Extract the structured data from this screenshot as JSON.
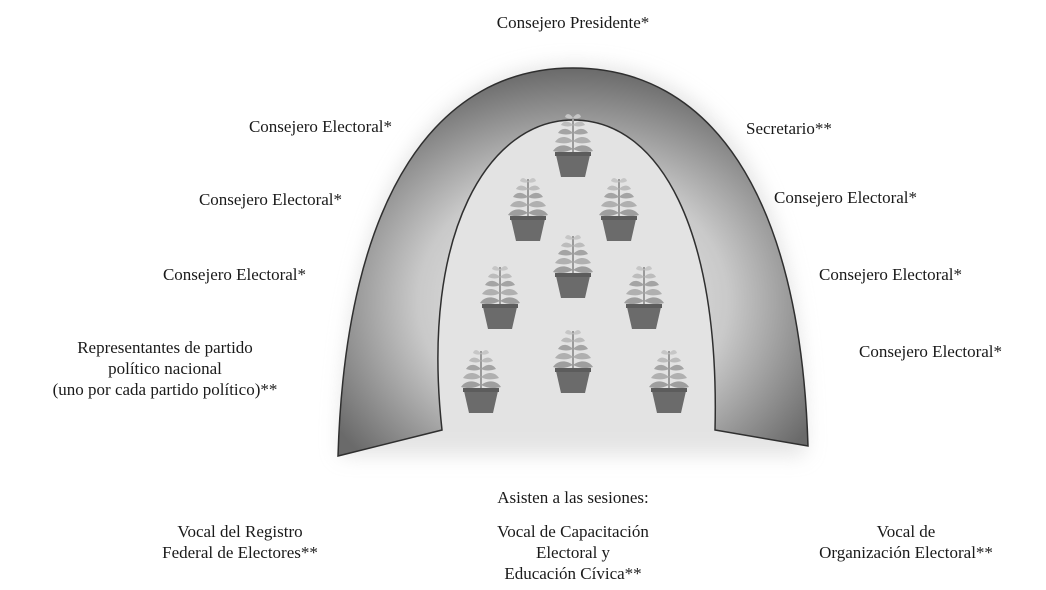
{
  "colors": {
    "arch_dark": "#5e5e5e",
    "arch_light": "#f2f2f2",
    "pot": "#6b6b6b",
    "leaf": "#a8a8a8",
    "leaf_light": "#d8d8d8",
    "text": "#1a1a1a"
  },
  "icons": {
    "plant": "potted-plant-icon",
    "arch": "horseshoe-table"
  },
  "labels": {
    "presidente": "Consejero Presidente*",
    "secretario": "Secretario**",
    "left_1": "Consejero Electoral*",
    "left_2": "Consejero Electoral*",
    "left_3": "Consejero Electoral*",
    "right_1": "Consejero Electoral*",
    "right_2": "Consejero Electoral*",
    "right_3": "Consejero Electoral*",
    "representantes": "Representantes de partido\npolítico nacional\n(uno por cada partido político)**",
    "asisten": "Asisten a las sesiones:",
    "vocal_registro": "Vocal del Registro\nFederal de Electores**",
    "vocal_capacitacion": "Vocal de Capacitación\nElectoral y\nEducación Cívica**",
    "vocal_organizacion": "Vocal de\nOrganización Electoral**"
  }
}
